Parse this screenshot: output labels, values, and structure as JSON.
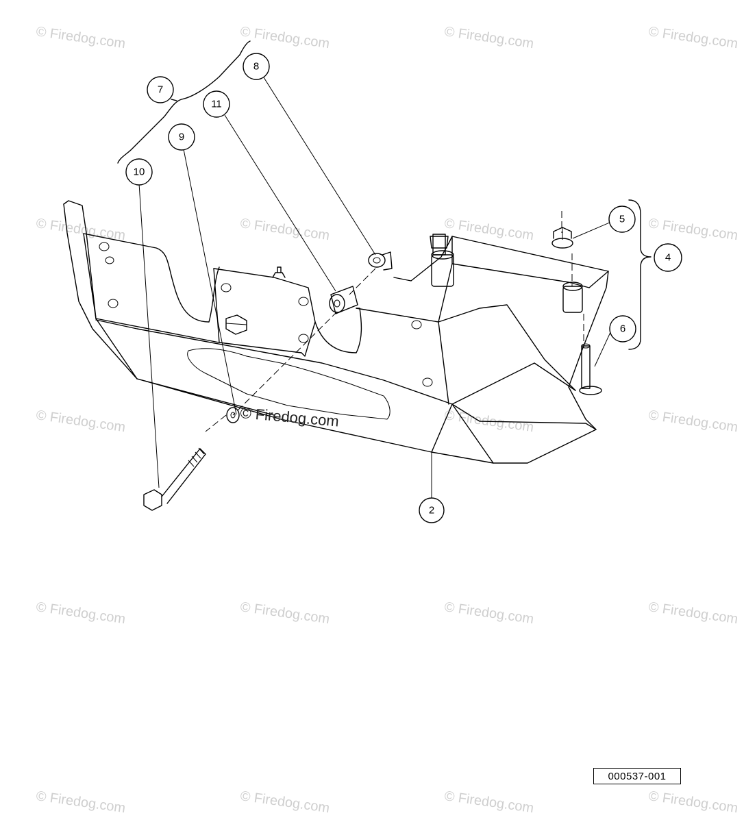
{
  "watermark": {
    "text": "© Firedog.com"
  },
  "reference_code": "000537-001",
  "callouts": {
    "c2": "2",
    "c4": "4",
    "c5": "5",
    "c6": "6",
    "c7": "7",
    "c8": "8",
    "c9": "9",
    "c10": "10",
    "c11": "11"
  }
}
